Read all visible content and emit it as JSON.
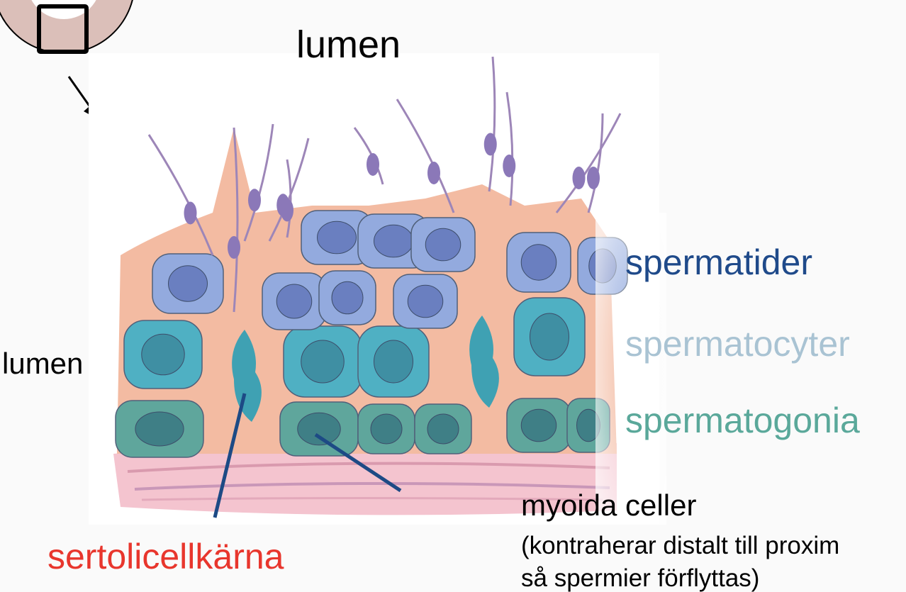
{
  "labels": {
    "lumen_top": "lumen",
    "lumen_left": "lumen",
    "spermatider": "spermatider",
    "spermatocyter": "spermatocyter",
    "spermatogonia": "spermatogonia",
    "sertoli": "sertolicellkärna",
    "myoid_title": "myoida celler",
    "myoid_note_line1": "(kontraherar distalt till proxim",
    "myoid_note_line2": "så spermier förflyttas)"
  },
  "colors": {
    "spermatider": "#1f4a8a",
    "spermatocyter": "#a9c3d3",
    "spermatogonia": "#5aa89a",
    "sertoli": "#e8362d",
    "pointer_lines": "#1d4a85"
  }
}
